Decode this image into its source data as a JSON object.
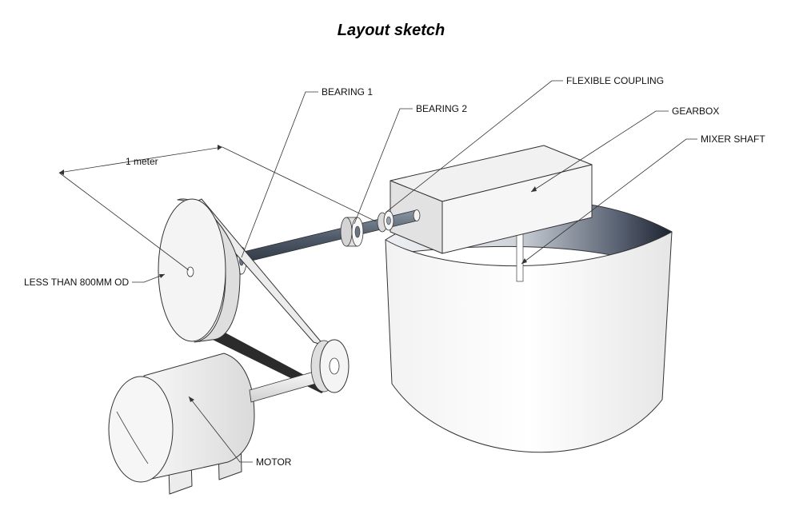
{
  "title": "Layout sketch",
  "labels": {
    "bearing1": "BEARING 1",
    "bearing2": "BEARING 2",
    "flexible_coupling": "FLEXIBLE COUPLING",
    "gearbox": "GEARBOX",
    "mixer_shaft": "MIXER SHAFT",
    "dimension": "1 meter",
    "pulley_od": "LESS THAN 800MM OD",
    "motor": "MOTOR"
  },
  "colors": {
    "line": "#333333",
    "shaft": "#55606e",
    "belt": "#2b2b2b",
    "tank_inner_dark": "#1c2330",
    "face_light": "#f4f4f4",
    "face_mid": "#dcdcdc"
  }
}
